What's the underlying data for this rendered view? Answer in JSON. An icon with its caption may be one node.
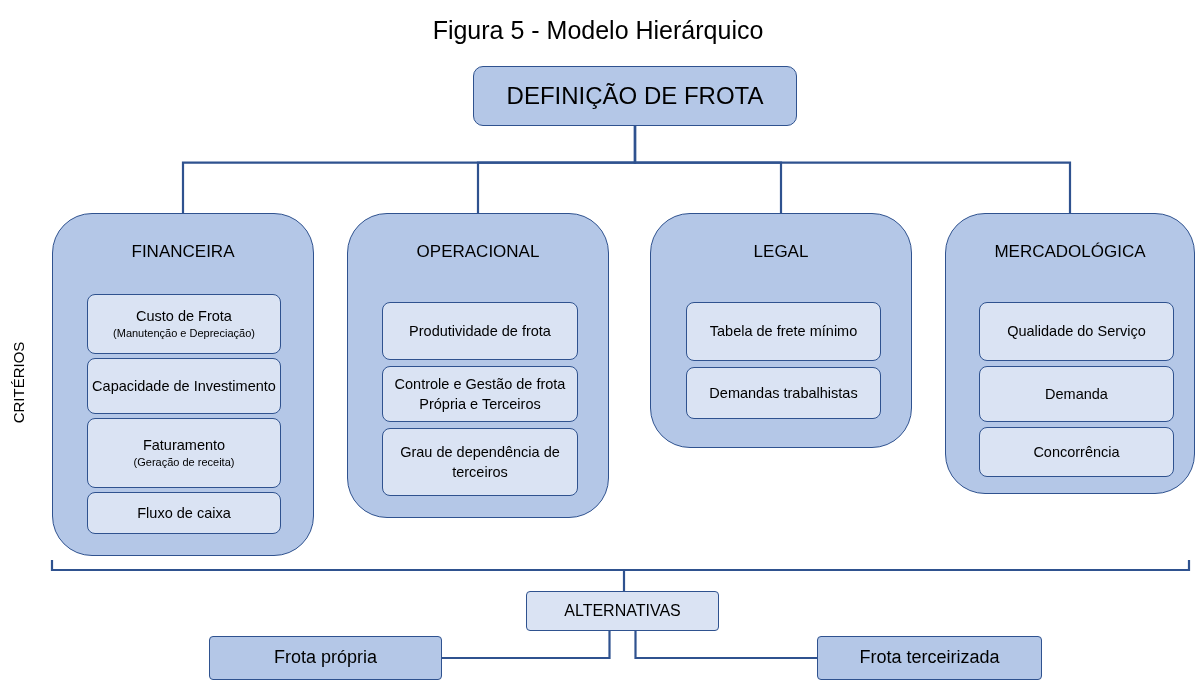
{
  "diagram": {
    "title": "Figura 5 - Modelo Hierárquico",
    "nodes": [
      {
        "text": [
          "DEFINIÇÃO DE FROTA"
        ]
      },
      {
        "text": [
          "FINANCEIRA"
        ]
      },
      {
        "text": [
          "Custo de Frota",
          "(Manutenção e Depreciação)"
        ],
        "in": 1
      },
      {
        "text": [
          "Capacidade de Investimento"
        ],
        "in": 1
      },
      {
        "text": [
          "Faturamento",
          "(Geração de receita)"
        ],
        "in": 1
      },
      {
        "text": [
          "Fluxo de caixa"
        ],
        "in": 1
      },
      {
        "text": [
          "OPERACIONAL"
        ]
      },
      {
        "text": [
          "Produtividade de frota"
        ],
        "in": 6
      },
      {
        "text": [
          "Controle e Gestão de frota Própria e Terceiros"
        ],
        "in": 6
      },
      {
        "text": [
          "Grau de dependência de terceiros"
        ],
        "in": 6
      },
      {
        "text": [
          "LEGAL"
        ]
      },
      {
        "text": [
          "Tabela de frete mínimo"
        ],
        "in": 10
      },
      {
        "text": [
          "Demandas trabalhistas"
        ],
        "in": 10
      },
      {
        "text": [
          "MERCADOLÓGICA"
        ]
      },
      {
        "text": [
          "Qualidade do Serviço"
        ],
        "in": 13
      },
      {
        "text": [
          "Demanda"
        ],
        "in": 13
      },
      {
        "text": [
          "Concorrência"
        ],
        "in": 13
      },
      {
        "text": [
          "ALTERNATIVAS"
        ]
      },
      {
        "text": [
          "Frota própria"
        ]
      },
      {
        "text": [
          "Frota terceirizada"
        ]
      }
    ],
    "edges": [
      {
        "from": 0,
        "to": 1,
        "arrow": "none"
      },
      {
        "from": 0,
        "to": 6,
        "arrow": "none"
      },
      {
        "from": 0,
        "to": 10,
        "arrow": "none"
      },
      {
        "from": 0,
        "to": 13,
        "arrow": "none"
      },
      {
        "from": 17,
        "to": 18,
        "arrow": "none"
      },
      {
        "from": 17,
        "to": 19,
        "arrow": "none"
      }
    ],
    "labels": [
      "CRITÉRIOS"
    ]
  }
}
